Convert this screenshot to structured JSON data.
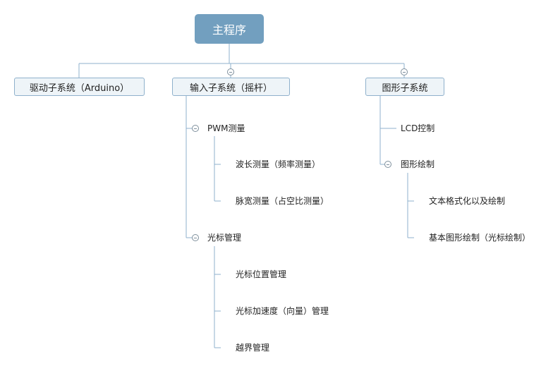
{
  "root": {
    "label": "主程序"
  },
  "branches": [
    {
      "label": "驱动子系统（Arduino）"
    },
    {
      "label": "输入子系统（摇杆）"
    },
    {
      "label": "图形子系统"
    }
  ],
  "input": {
    "pwm": {
      "label": "PWM测量",
      "children": [
        "波长测量（频率测量）",
        "脉宽测量（占空比测量）"
      ]
    },
    "cursor": {
      "label": "光标管理",
      "children": [
        "光标位置管理",
        "光标加速度（向量）管理",
        "越界管理"
      ]
    }
  },
  "graphics": {
    "lcd": {
      "label": "LCD控制"
    },
    "draw": {
      "label": "图形绘制",
      "children": [
        "文本格式化以及绘制",
        "基本图形绘制（光标绘制）"
      ]
    }
  },
  "colors": {
    "root_fill": "#729fbf",
    "branch_fill": "#eef4f8",
    "branch_border": "#8fb1cc",
    "connector": "#8fb1cc"
  }
}
